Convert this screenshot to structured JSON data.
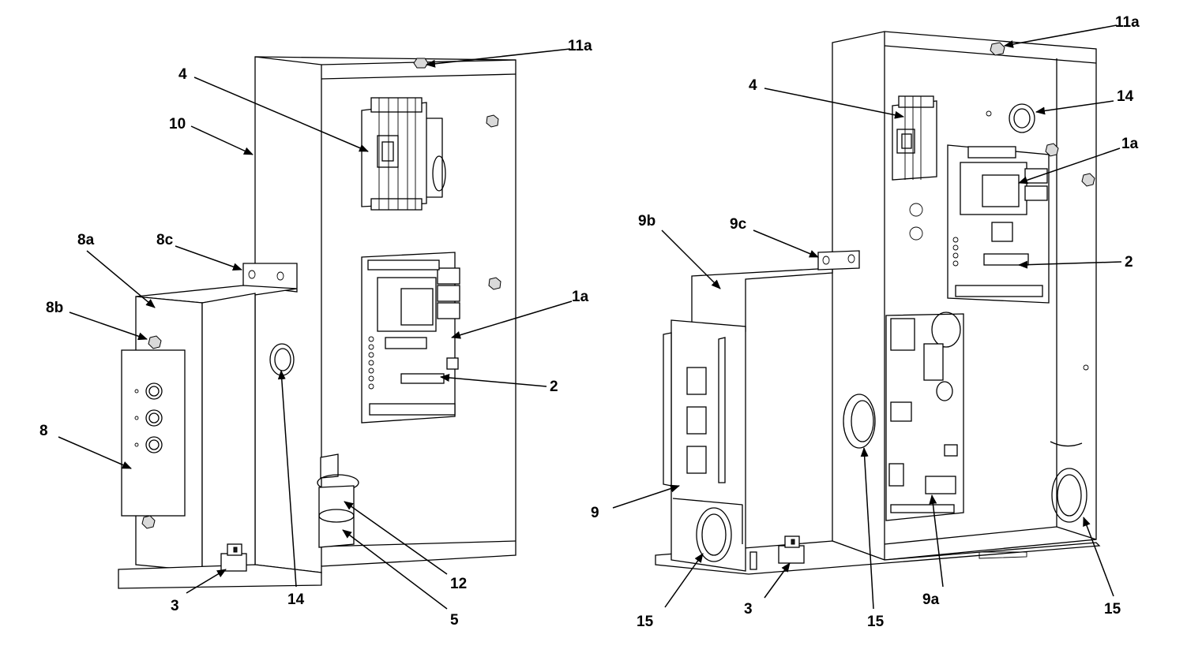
{
  "left_view": {
    "callouts": {
      "c11a": "11a",
      "c4": "4",
      "c10": "10",
      "c8a": "8a",
      "c8c": "8c",
      "c8b": "8b",
      "c8": "8",
      "c1a": "1a",
      "c2": "2",
      "c14": "14",
      "c12": "12",
      "c3": "3",
      "c5": "5"
    }
  },
  "right_view": {
    "callouts": {
      "c11a": "11a",
      "c4": "4",
      "c14": "14",
      "c1a": "1a",
      "c9b": "9b",
      "c9c": "9c",
      "c2": "2",
      "c9": "9",
      "c15a": "15",
      "c3": "3",
      "c15b": "15",
      "c9a": "9a",
      "c15c": "15"
    }
  }
}
